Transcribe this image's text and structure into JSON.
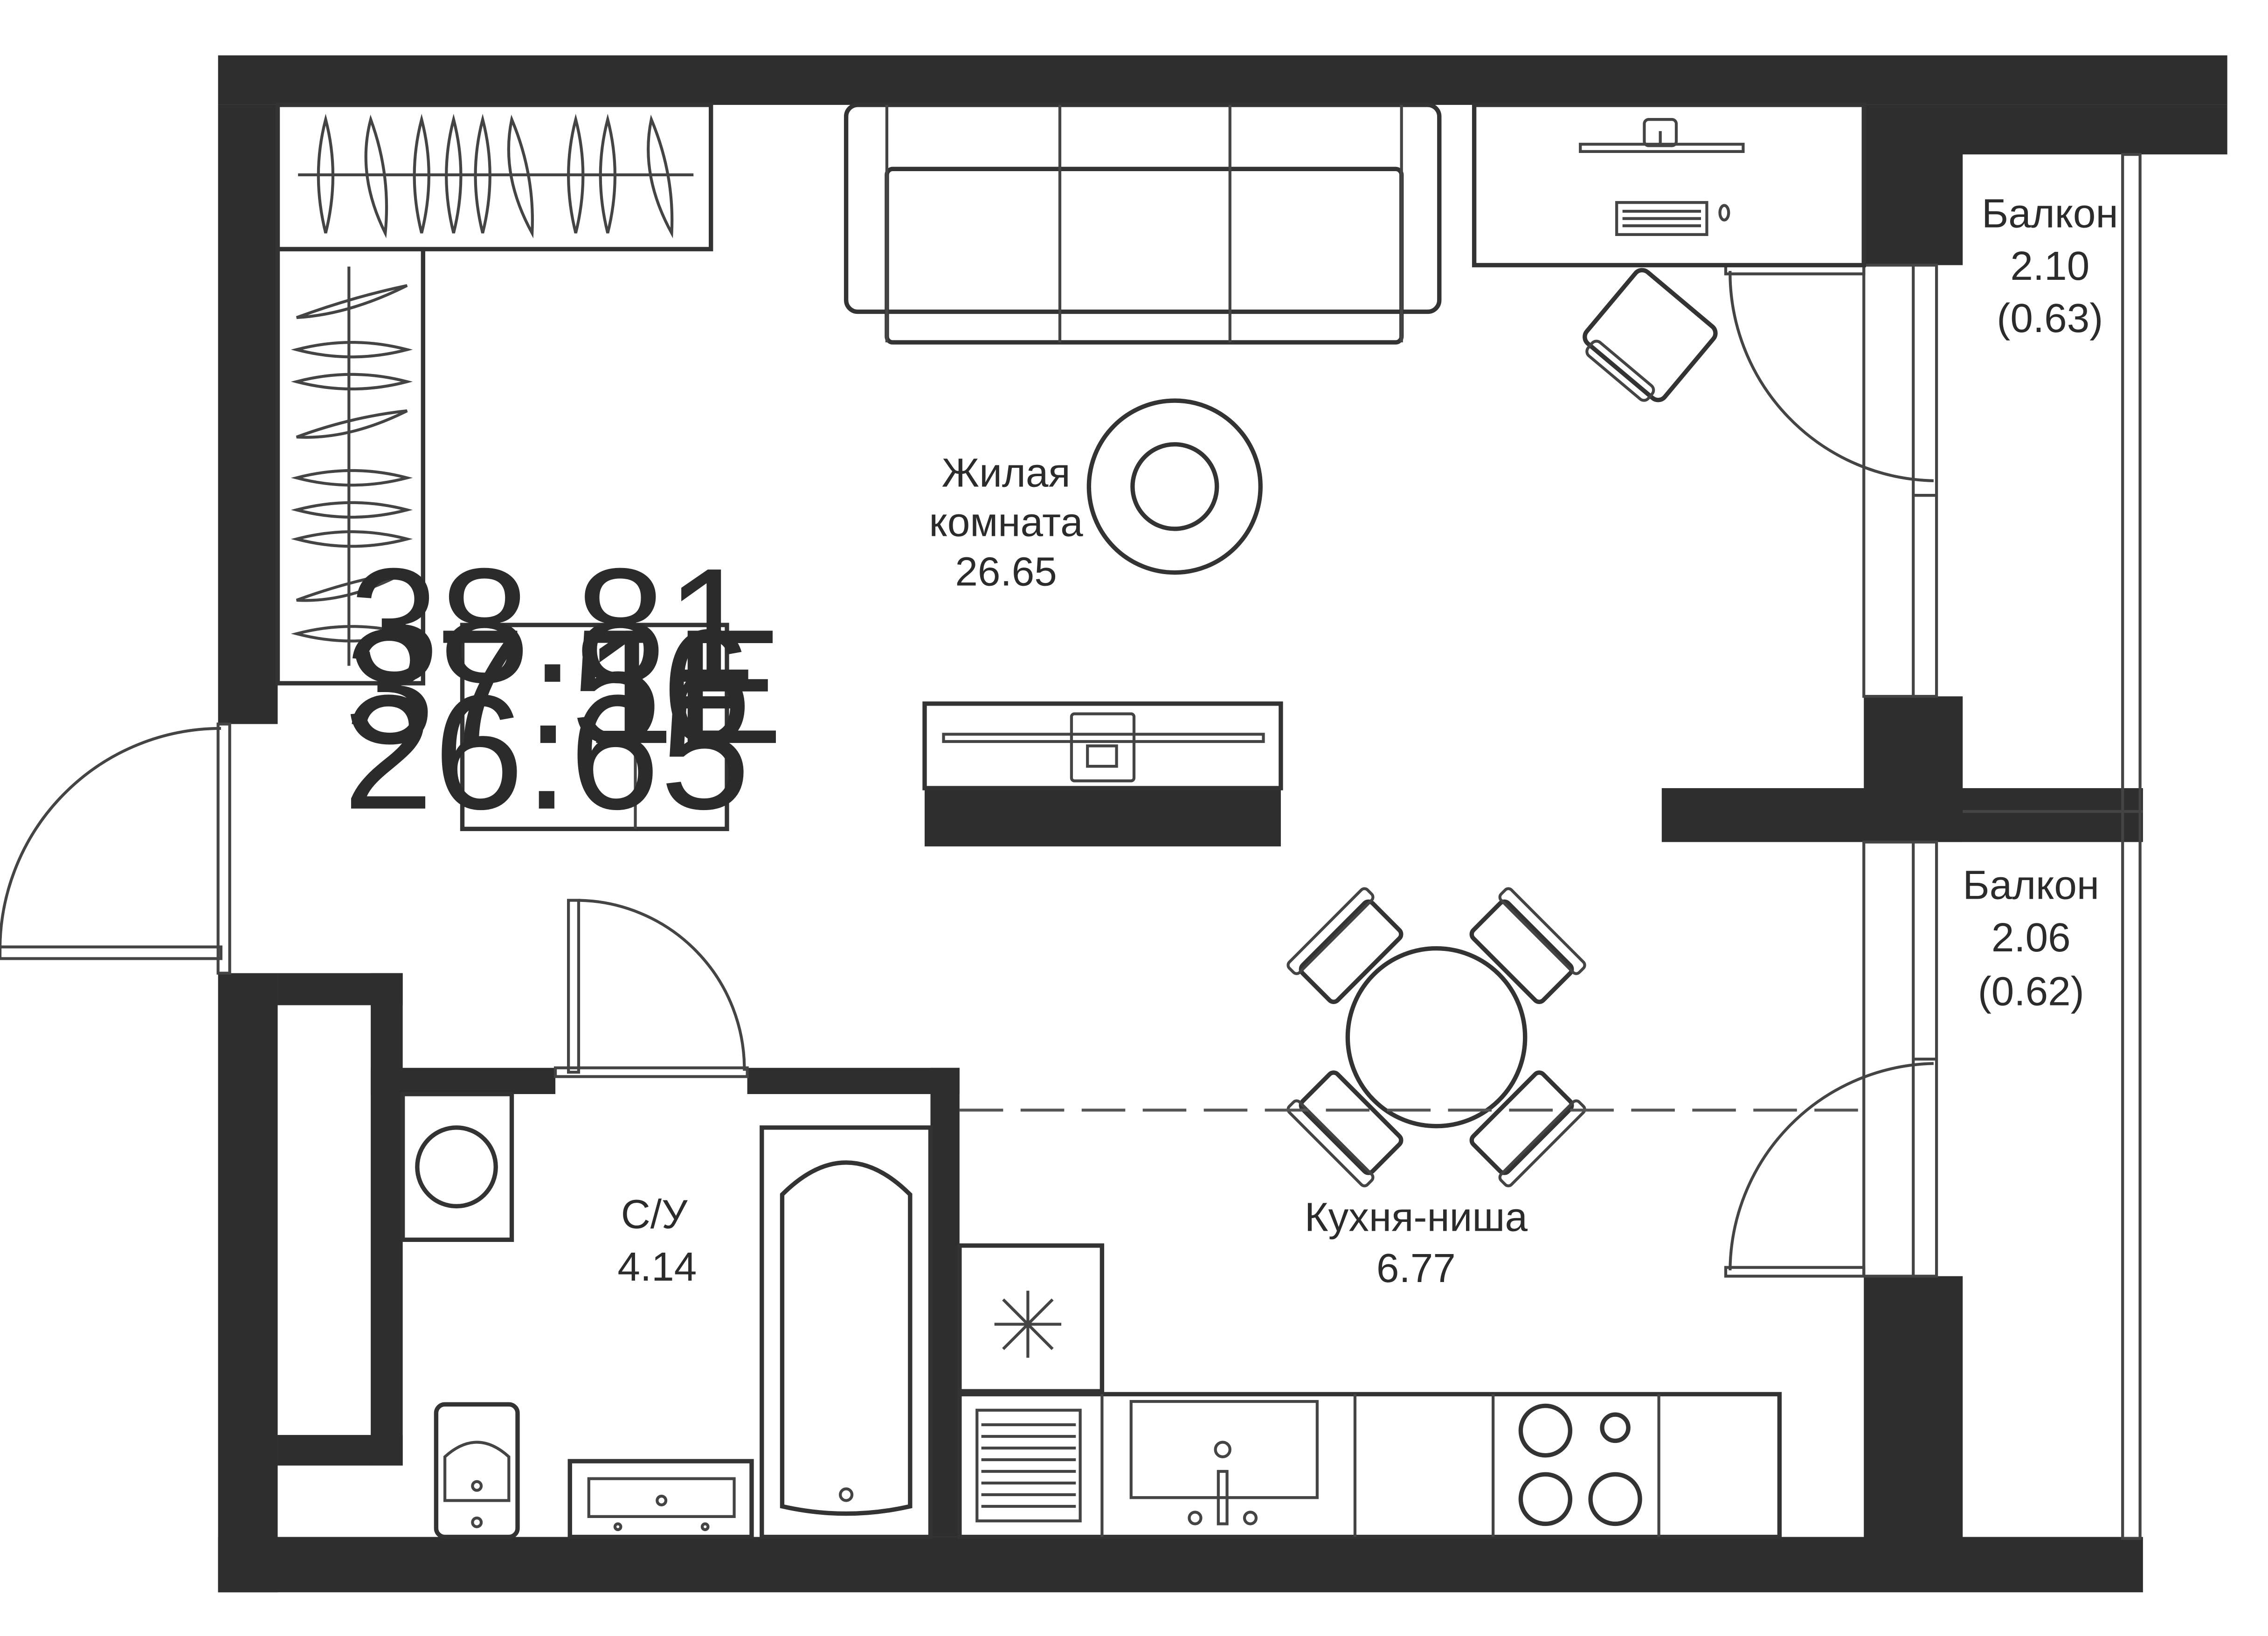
{
  "rooms": {
    "living": {
      "name_line1": "Жилая",
      "name_line2": "комната",
      "area": "26.65"
    },
    "bathroom": {
      "name": "С/У",
      "area": "4.14"
    },
    "kitchen": {
      "name": "Кухня-ниша",
      "area": "6.77"
    },
    "balcony_top": {
      "name": "Балкон",
      "area": "2.10",
      "area_reduced": "(0.63)"
    },
    "balcony_bottom": {
      "name": "Балкон",
      "area": "2.06",
      "area_reduced": "(0.62)"
    }
  },
  "info_box": {
    "total_area": "38.81",
    "living_total": "37.56",
    "living_area": "26.65",
    "apartment_type": "1E"
  },
  "colors": {
    "wall": "#2e2e2e",
    "line": "#333333",
    "background": "#ffffff"
  }
}
